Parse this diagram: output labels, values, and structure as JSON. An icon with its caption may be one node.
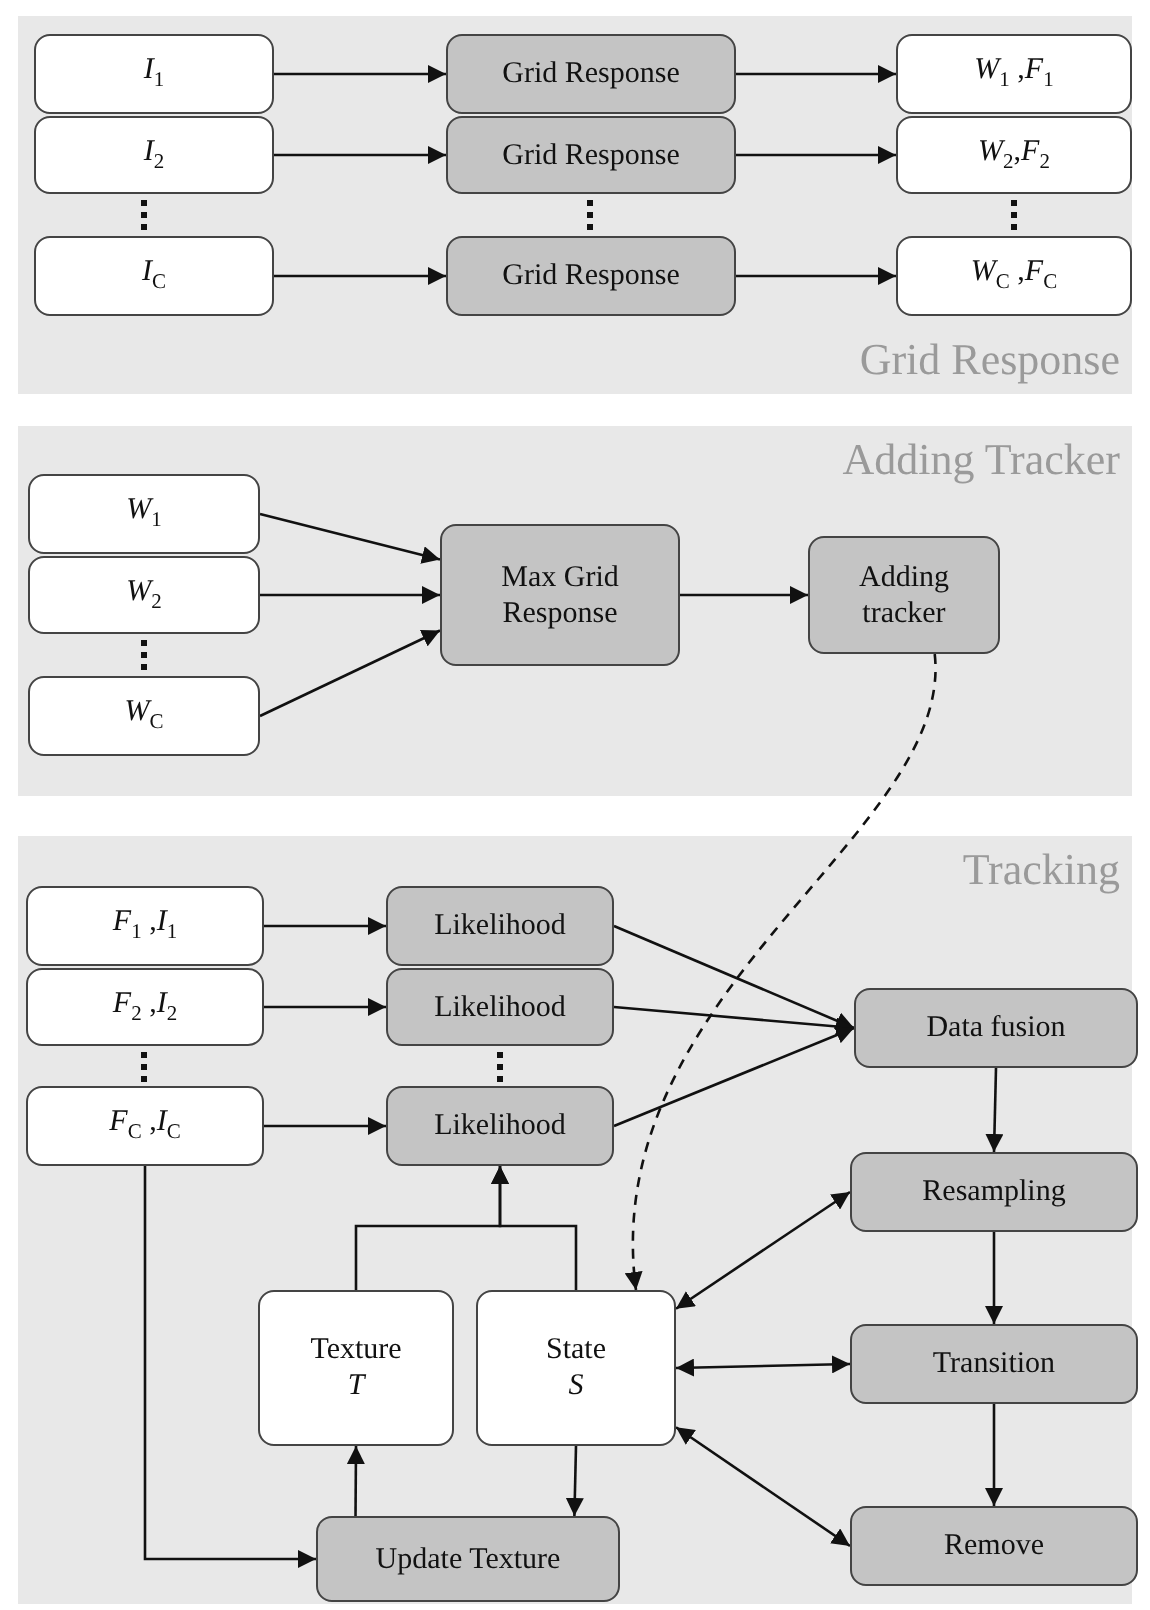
{
  "diagram": {
    "nodes": [
      {
        "text": [
          "Grid Response"
        ]
      },
      {
        "text": [
          "*I*$_{1}$"
        ],
        "in": 0
      },
      {
        "text": [
          "Grid Response"
        ],
        "in": 0
      },
      {
        "text": [
          "*W*$_{1}$ ,*F*$_{1}$"
        ],
        "in": 0
      },
      {
        "text": [
          "*I*$_{2}$"
        ],
        "in": 0
      },
      {
        "text": [
          "Grid Response"
        ],
        "in": 0
      },
      {
        "text": [
          "*W*$_{2}$,*F*$_{2}$"
        ],
        "in": 0
      },
      {
        "text": [
          "*I*$_{C}$"
        ],
        "in": 0
      },
      {
        "text": [
          "Grid Response"
        ],
        "in": 0
      },
      {
        "text": [
          "*W*$_{C}$ ,*F*$_{C}$"
        ],
        "in": 0
      },
      {
        "text": [
          "Adding Tracker"
        ]
      },
      {
        "text": [
          "*W*$_{1}$"
        ],
        "in": 10
      },
      {
        "text": [
          "*W*$_{2}$"
        ],
        "in": 10
      },
      {
        "text": [
          "*W*$_{C}$"
        ],
        "in": 10
      },
      {
        "text": [
          "Max Grid Response"
        ],
        "in": 10
      },
      {
        "text": [
          "Adding tracker"
        ],
        "in": 10
      },
      {
        "text": [
          "Tracking"
        ]
      },
      {
        "text": [
          "*F*$_{1}$ ,*I*$_{1}$"
        ],
        "in": 16
      },
      {
        "text": [
          "Likelihood"
        ],
        "in": 16
      },
      {
        "text": [
          "*F*$_{2}$ ,*I*$_{2}$"
        ],
        "in": 16
      },
      {
        "text": [
          "Likelihood"
        ],
        "in": 16
      },
      {
        "text": [
          "Data fusion"
        ],
        "in": 16
      },
      {
        "text": [
          "*F*$_{C}$ ,*I*$_{C}$"
        ],
        "in": 16
      },
      {
        "text": [
          "Likelihood"
        ],
        "in": 16
      },
      {
        "text": [
          "Resampling"
        ],
        "in": 16
      },
      {
        "text": [
          "Texture",
          "T"
        ],
        "in": 16
      },
      {
        "text": [
          "State",
          "S"
        ],
        "in": 16
      },
      {
        "text": [
          "Transition"
        ],
        "in": 16
      },
      {
        "text": [
          "Update Texture"
        ],
        "in": 16
      },
      {
        "text": [
          "Remove"
        ],
        "in": 16
      }
    ],
    "edges": [
      {
        "from": 1,
        "to": 2,
        "arrow": "to"
      },
      {
        "from": 4,
        "to": 5,
        "arrow": "to"
      },
      {
        "from": 7,
        "to": 8,
        "arrow": "to"
      },
      {
        "from": 2,
        "to": 3,
        "arrow": "to"
      },
      {
        "from": 5,
        "to": 6,
        "arrow": "to"
      },
      {
        "from": 8,
        "to": 9,
        "arrow": "to"
      },
      {
        "from": 11,
        "to": 14,
        "arrow": "to"
      },
      {
        "from": 12,
        "to": 14,
        "arrow": "to"
      },
      {
        "from": 13,
        "to": 14,
        "arrow": "to"
      },
      {
        "from": 14,
        "to": 15,
        "arrow": "to"
      },
      {
        "from": 15,
        "to": 26,
        "arrow": "to",
        "style": "dashed"
      },
      {
        "from": 17,
        "to": 18,
        "arrow": "to"
      },
      {
        "from": 19,
        "to": 20,
        "arrow": "to"
      },
      {
        "from": 22,
        "to": 23,
        "arrow": "to"
      },
      {
        "from": 18,
        "to": 21,
        "arrow": "to"
      },
      {
        "from": 20,
        "to": 21,
        "arrow": "to"
      },
      {
        "from": 23,
        "to": 21,
        "arrow": "to"
      },
      {
        "from": 21,
        "to": 24,
        "arrow": "to"
      },
      {
        "from": 24,
        "to": 27,
        "arrow": "to"
      },
      {
        "from": 27,
        "to": 29,
        "arrow": "to"
      },
      {
        "from": 26,
        "to": 24,
        "arrow": "both"
      },
      {
        "from": 26,
        "to": 27,
        "arrow": "both"
      },
      {
        "from": 26,
        "to": 29,
        "arrow": "both"
      },
      {
        "from": 25,
        "to": 23,
        "arrow": "to"
      },
      {
        "from": 26,
        "to": 23,
        "arrow": "to"
      },
      {
        "from": 22,
        "to": 28,
        "arrow": "to"
      },
      {
        "from": 28,
        "to": 25,
        "arrow": "to"
      },
      {
        "from": 26,
        "to": 28,
        "arrow": "to"
      }
    ]
  }
}
